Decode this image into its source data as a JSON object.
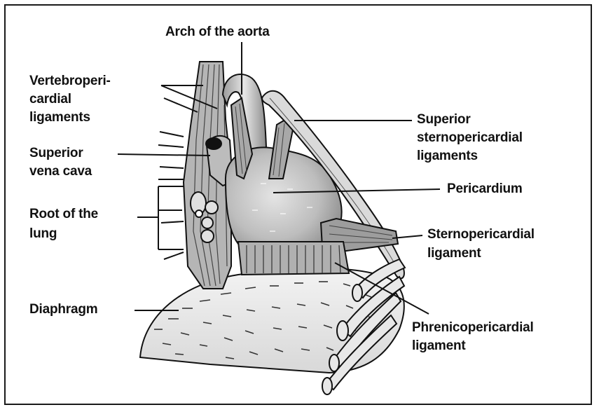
{
  "labels": {
    "arch_of_aorta": "Arch of the aorta",
    "vertebropericardial_1": "Vertebroperi-",
    "vertebropericardial_2": "cardial",
    "vertebropericardial_3": "ligaments",
    "superior_vena_cava_1": "Superior",
    "superior_vena_cava_2": "vena cava",
    "root_of_lung_1": "Root of the",
    "root_of_lung_2": "lung",
    "diaphragm": "Diaphragm",
    "superior_sternopericardial_1": "Superior",
    "superior_sternopericardial_2": "sternopericardial",
    "superior_sternopericardial_3": "ligaments",
    "pericardium": "Pericardium",
    "sternopericardial_1": "Sternopericardial",
    "sternopericardial_2": "ligament",
    "phrenicopericardial_1": "Phrenicopericardial",
    "phrenicopericardial_2": "ligament"
  },
  "colors": {
    "ink": "#111111",
    "pericardium_fill": "#c9c9c9",
    "ligament_fill": "#a9a9a9",
    "background": "#ffffff"
  }
}
